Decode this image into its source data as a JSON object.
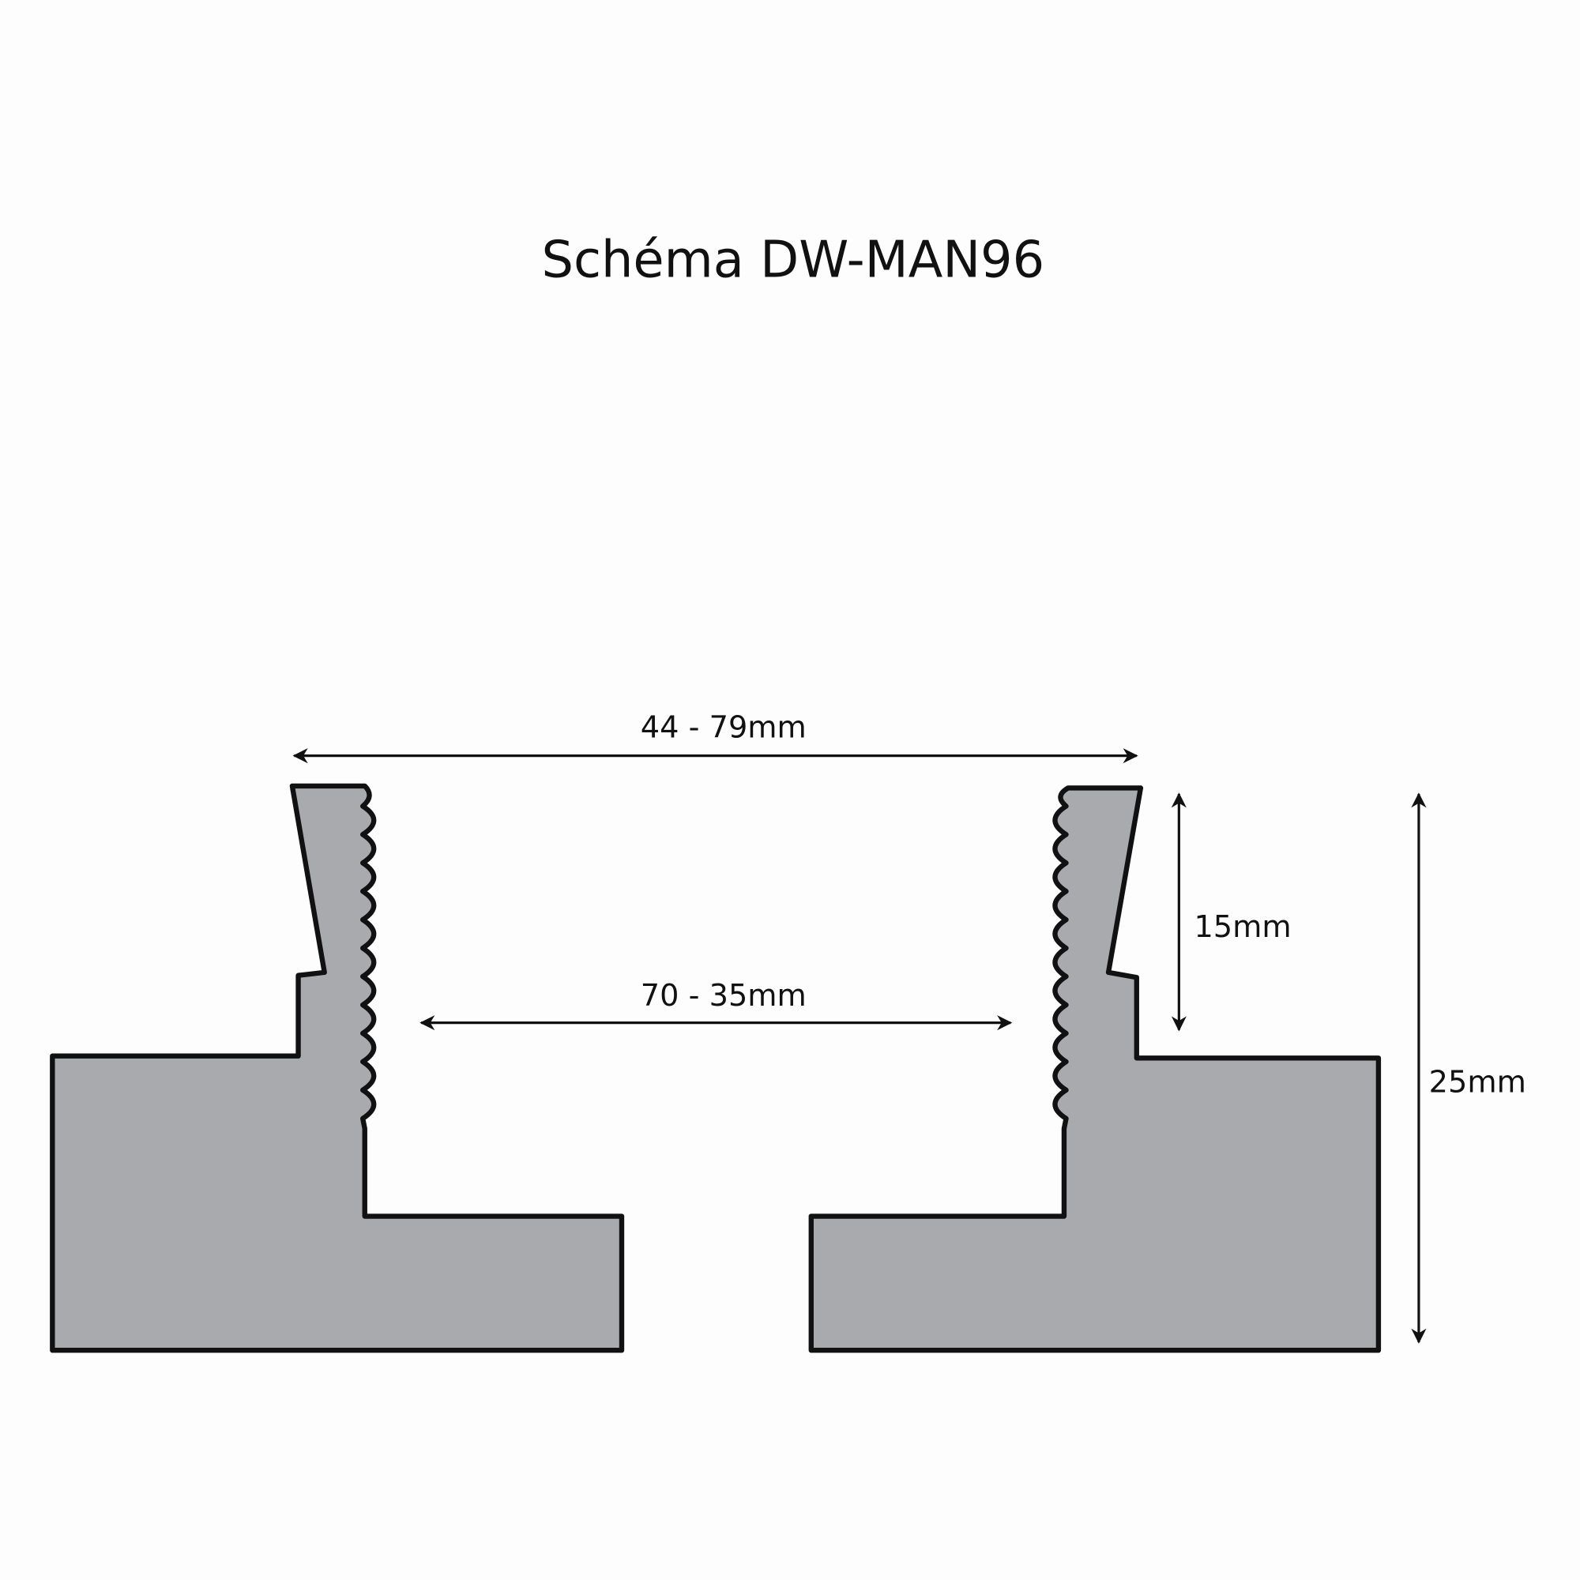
{
  "title": "Schéma DW-MAN96",
  "dimensions": {
    "outer_width": "44 - 79mm",
    "inner_width": "70 - 35mm",
    "thread_height": "15mm",
    "total_height": "25mm"
  },
  "colors": {
    "fill": "#a9aaad",
    "stroke": "#111111",
    "background": "#fdfdfd"
  }
}
